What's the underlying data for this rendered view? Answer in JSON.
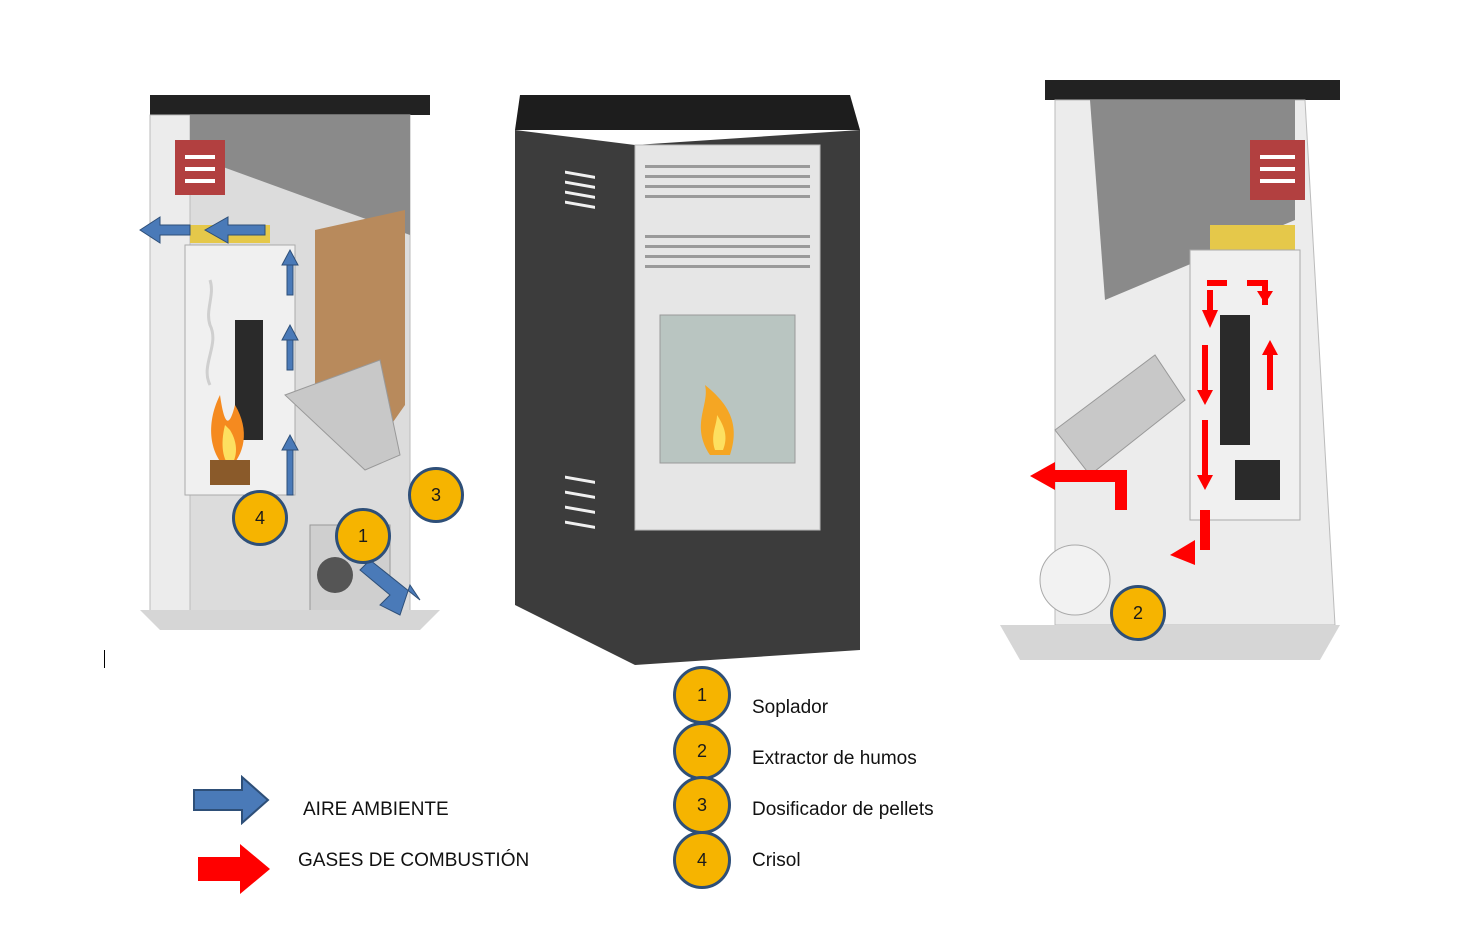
{
  "badges": {
    "left_3": "3",
    "left_4": "4",
    "left_1": "1",
    "right_2": "2"
  },
  "legend": {
    "items": [
      {
        "number": "1",
        "label": "Soplador"
      },
      {
        "number": "2",
        "label": "Extractor de humos"
      },
      {
        "number": "3",
        "label": "Dosificador de pellets"
      },
      {
        "number": "4",
        "label": "Crisol"
      }
    ],
    "arrows": [
      {
        "label": "AIRE AMBIENTE",
        "color": "#4a7ab8"
      },
      {
        "label": "GASES DE COMBUSTIÓN",
        "color": "#ff0000"
      }
    ]
  },
  "colors": {
    "badge_fill": "#f6b400",
    "badge_border": "#2e4f78",
    "stove_dark": "#3c3c3c",
    "stove_panel": "#e6e6e6",
    "pellets": "#b88a5c",
    "insulation": "#e5c84a",
    "air_arrow": "#4a7ab8",
    "gas_arrow": "#ff0000"
  },
  "icons": [
    "fire-icon",
    "air-arrow-icon",
    "gas-arrow-icon",
    "smoke-icon"
  ]
}
